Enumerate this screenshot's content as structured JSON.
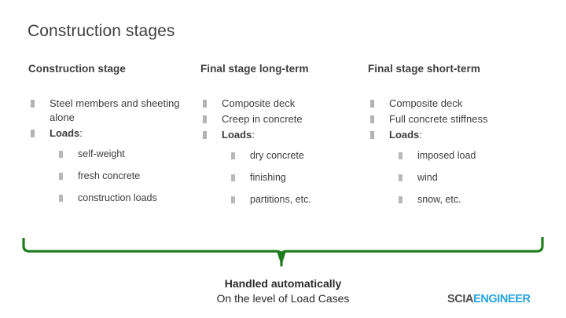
{
  "slide": {
    "title": "Construction stages",
    "background": "#ffffff",
    "text_color": "#3d3d3d",
    "bullet_color": "#b3b3b3",
    "brace_color": "#1e7b1e"
  },
  "columns": [
    {
      "header": "Construction stage",
      "items": [
        {
          "label": "Steel members and sheeting alone",
          "bold": false,
          "sub": []
        },
        {
          "label": "Loads",
          "colon": ":",
          "bold": true,
          "sub": [
            "self-weight",
            "fresh concrete",
            "construction loads"
          ]
        }
      ]
    },
    {
      "header": "Final stage long-term",
      "items": [
        {
          "label": "Composite deck",
          "bold": false,
          "sub": []
        },
        {
          "label": "Creep in concrete",
          "bold": false,
          "sub": []
        },
        {
          "label": "Loads",
          "colon": ":",
          "bold": true,
          "sub": [
            "dry concrete",
            "finishing",
            "partitions, etc."
          ]
        }
      ]
    },
    {
      "header": "Final stage short-term",
      "items": [
        {
          "label": "Composite deck",
          "bold": false,
          "sub": []
        },
        {
          "label": "Full concrete stiffness",
          "bold": false,
          "sub": []
        },
        {
          "label": "Loads",
          "colon": ":",
          "bold": true,
          "sub": [
            "imposed load",
            "wind",
            "snow, etc."
          ]
        }
      ]
    }
  ],
  "caption": {
    "line1": "Handled automatically",
    "line2": "On the level of Load Cases"
  },
  "logo": {
    "part1": "SCIA",
    "part2": "ENGINEER",
    "part1_color": "#4d4d4d",
    "part2_color": "#29a3dc"
  }
}
